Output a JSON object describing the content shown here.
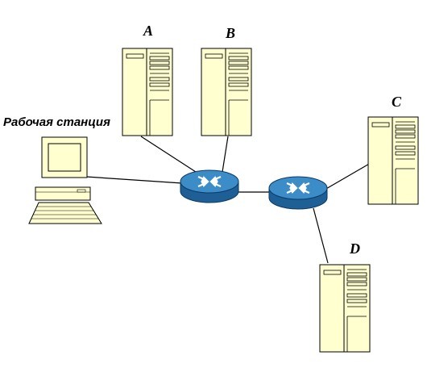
{
  "labels": {
    "workstation": "Рабочая станция",
    "server_a": "A",
    "server_b": "B",
    "server_c": "C",
    "server_d": "D"
  },
  "colors": {
    "server_body": "#FFFFD0",
    "router_top": "#3C8CC8",
    "router_side": "#1E5F96",
    "outline": "#000000"
  },
  "icons": [
    "server-icon",
    "router-icon",
    "workstation-icon"
  ]
}
